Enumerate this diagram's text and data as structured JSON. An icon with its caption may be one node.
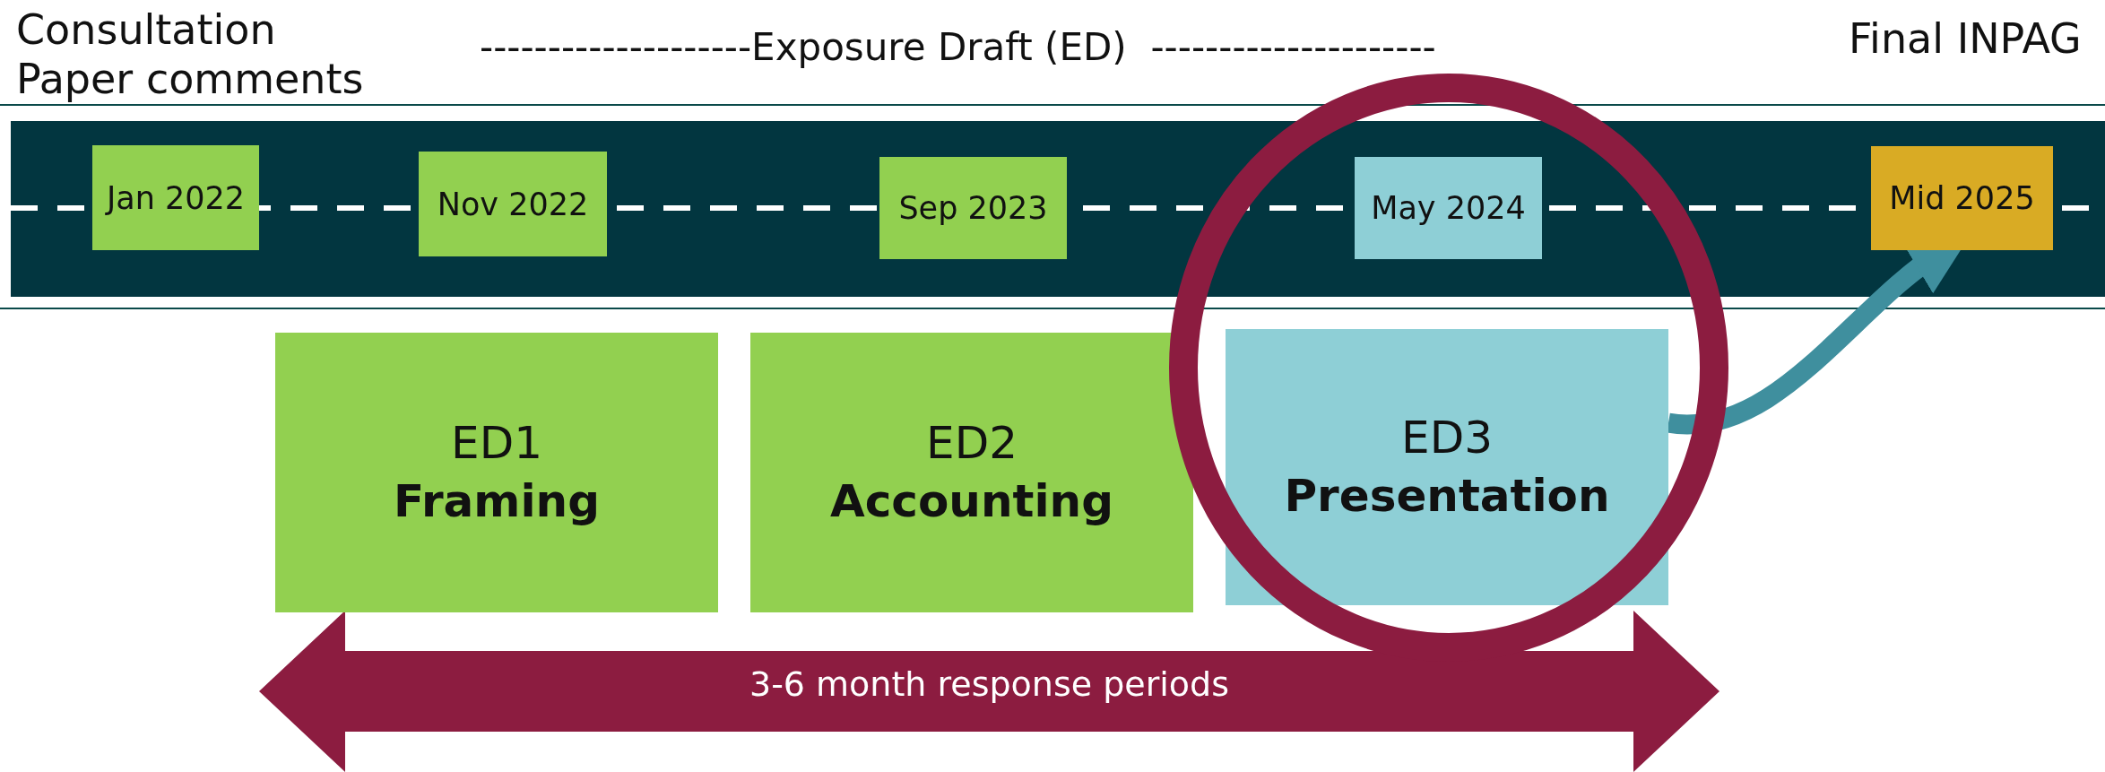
{
  "diagram": {
    "nodes": [
      {
        "text": [
          "Jan 2022"
        ]
      },
      {
        "text": [
          "Nov 2022"
        ]
      },
      {
        "text": [
          "Sep 2023"
        ]
      },
      {
        "text": [
          "May 2024"
        ]
      },
      {
        "text": [
          "Mid 2025"
        ]
      },
      {
        "text": [
          "ED1",
          "Framing"
        ]
      },
      {
        "text": [
          "ED2",
          "Accounting"
        ]
      },
      {
        "text": [
          "ED3",
          "Presentation"
        ]
      }
    ],
    "edges": [
      {
        "from": 7,
        "to": 4,
        "arrow": "to"
      }
    ],
    "labels": [
      "Consultation Paper comments",
      "--------------------Exposure Draft (ED)  ---------------------",
      "Final INPAG",
      "3-6 month response periods"
    ]
  }
}
